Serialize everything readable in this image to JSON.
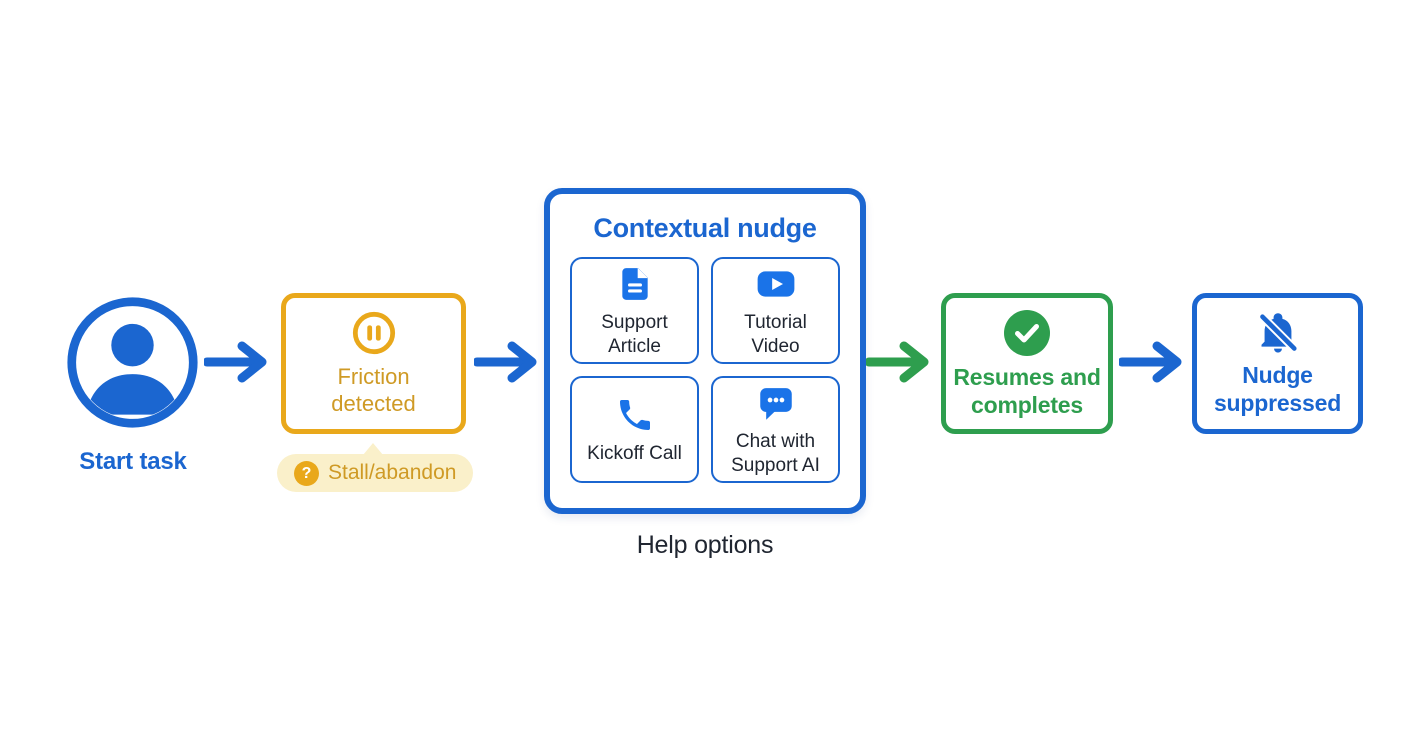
{
  "colors": {
    "blue": "#1B66D0",
    "icon_blue": "#1A73E8",
    "gold": "#E9A81B",
    "gold_text": "#CF9A25",
    "badge_bg": "#FAF0CA",
    "green": "#2E9E4E",
    "dark": "#202631",
    "bg": "#FFFFFF"
  },
  "flow": {
    "start": {
      "icon": "person-icon",
      "label": "Start task"
    },
    "friction": {
      "icon": "pause-circle-icon",
      "label": "Friction detected",
      "badge": {
        "icon": "question-icon",
        "q": "?",
        "label": "Stall/abandon"
      }
    },
    "contextual_nudge": {
      "title": "Contextual nudge",
      "caption": "Help options",
      "options": [
        {
          "icon": "document-icon",
          "label": "Support Article"
        },
        {
          "icon": "video-play-icon",
          "label": "Tutorial Video"
        },
        {
          "icon": "phone-icon",
          "label": "Kickoff Call"
        },
        {
          "icon": "chat-icon",
          "label": "Chat with Support AI"
        }
      ]
    },
    "resumes": {
      "icon": "check-circle-icon",
      "label": "Resumes and completes"
    },
    "suppressed": {
      "icon": "bell-slash-icon",
      "label": "Nudge suppressed"
    }
  }
}
